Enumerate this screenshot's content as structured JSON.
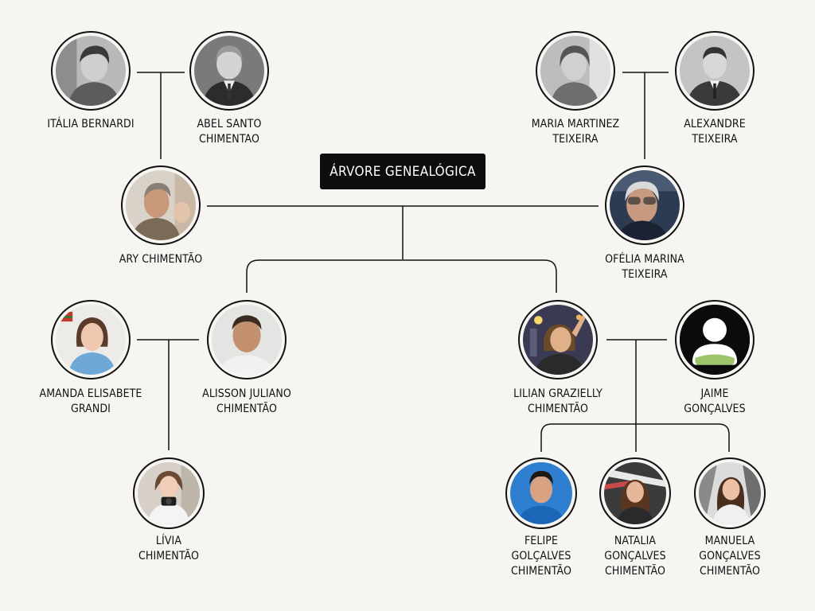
{
  "title": "ÁRVORE GENEALÓGICA",
  "colors": {
    "background": "#f7f5f2",
    "line": "#111111",
    "title_bg": "#0d0d0d",
    "title_text": "#ffffff"
  },
  "people": {
    "italia": {
      "name": "ITÁLIA BERNARDI",
      "photo": "photo-bw-woman"
    },
    "abel": {
      "name": "ABEL SANTO\nCHIMENTAO",
      "photo": "photo-bw-man"
    },
    "maria": {
      "name": "MARIA MARTINEZ\nTEIXEIRA",
      "photo": "photo-bw-woman"
    },
    "alexandre": {
      "name": "ALEXANDRE\nTEIXEIRA",
      "photo": "photo-bw-man"
    },
    "ary": {
      "name": "ARY CHIMENTÃO",
      "photo": "photo-man"
    },
    "ofelia": {
      "name": "OFÉLIA  MARINA\nTEIXEIRA",
      "photo": "photo-woman-sunglasses"
    },
    "amanda": {
      "name": "AMANDA ELISABETE\nGRANDI",
      "photo": "photo-woman"
    },
    "alisson": {
      "name": "ALISSON JULIANO\nCHIMENTÃO",
      "photo": "photo-man"
    },
    "lilian": {
      "name": "LILIAN GRAZIELLY\nCHIMENTÃO",
      "photo": "photo-woman-night"
    },
    "jaime": {
      "name": "JAIME\nGONÇALVES",
      "photo": "avatar-placeholder-icon"
    },
    "livia": {
      "name": "LÍVIA\nCHIMENTÃO",
      "photo": "photo-girl-camera"
    },
    "felipe": {
      "name": "FELIPE\nGOLÇALVES\nCHIMENTÃO",
      "photo": "photo-boy"
    },
    "natalia": {
      "name": "NATALIA\nGONÇALVES\nCHIMENTÃO",
      "photo": "photo-girl"
    },
    "manuela": {
      "name": "MANUELA\nGONÇALVES\nCHIMENTÃO",
      "photo": "photo-girl"
    }
  }
}
